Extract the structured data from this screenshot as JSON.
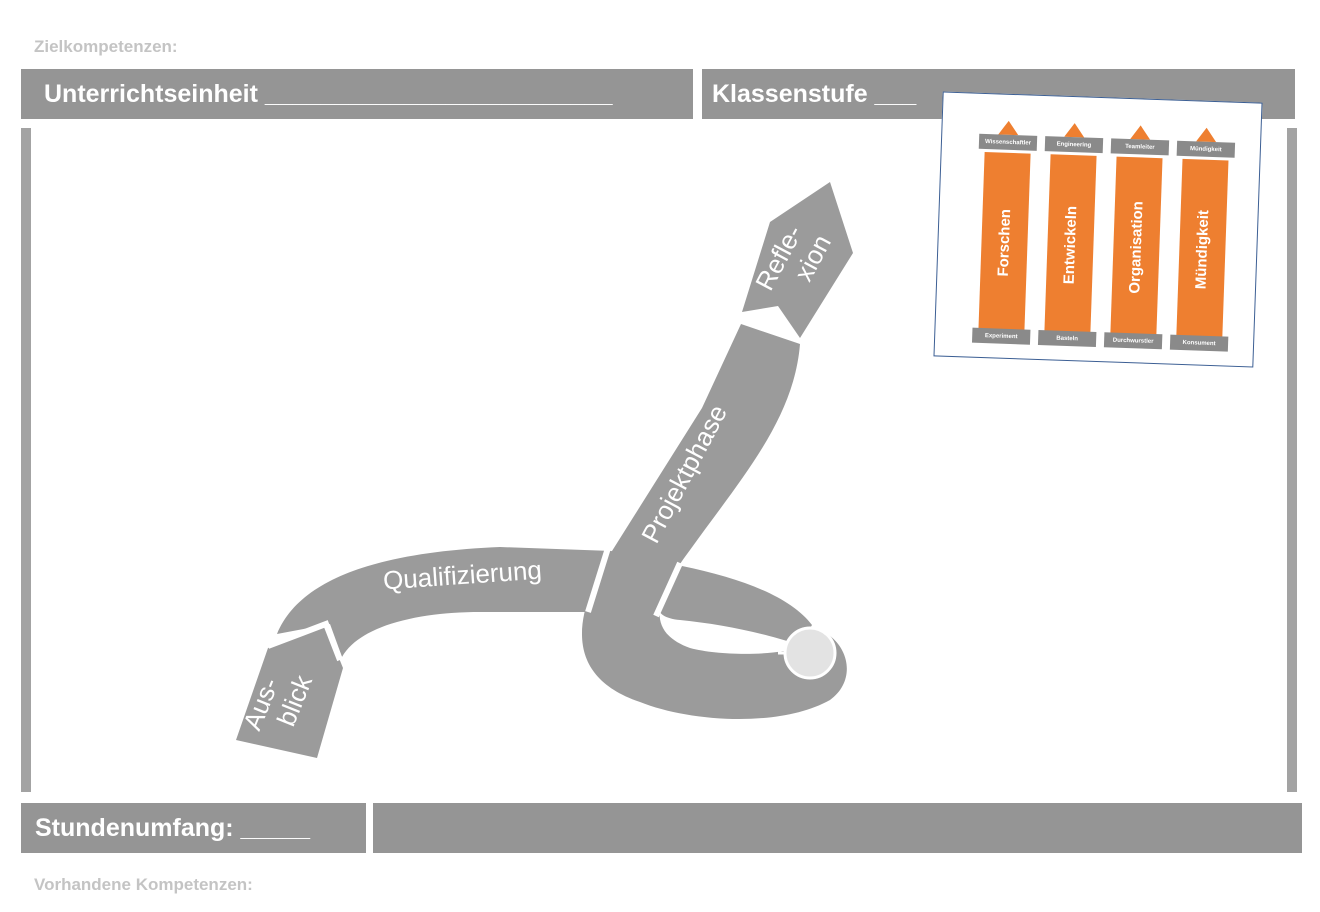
{
  "labels": {
    "zielkompetenzen": "Zielkompetenzen:",
    "vorhandene_kompetenzen": "Vorhandene Kompetenzen:"
  },
  "header": {
    "unterrichtseinheit": "Unterrichtseinheit _________________________",
    "klassenstufe": "Klassenstufe ___"
  },
  "footer": {
    "stundenumfang": "Stundenumfang: _____",
    "right_bar": ""
  },
  "path_segments": {
    "ausblick_line1": "Aus-",
    "ausblick_line2": "blick",
    "qualifizierung": "Qualifizierung",
    "projektphase": "Projektphase",
    "reflexion_line1": "Refle-",
    "reflexion_line2": "xion"
  },
  "pillars": [
    {
      "top": "Wissenschaftler",
      "name": "Forschen",
      "bottom": "Experiment"
    },
    {
      "top": "Engineering",
      "name": "Entwickeln",
      "bottom": "Basteln"
    },
    {
      "top": "Teamleiter",
      "name": "Organisation",
      "bottom": "Durchwurstler"
    },
    {
      "top": "Mündigkeit",
      "name": "Mündigkeit",
      "bottom": "Konsument"
    }
  ],
  "colors": {
    "bar_grey": "#959595",
    "path_grey": "#9b9b9b",
    "pillar_orange": "#ee7f30",
    "tag_grey": "#8a8a8a",
    "label_grey": "#c4c4c4",
    "card_border": "#3c5f94"
  }
}
